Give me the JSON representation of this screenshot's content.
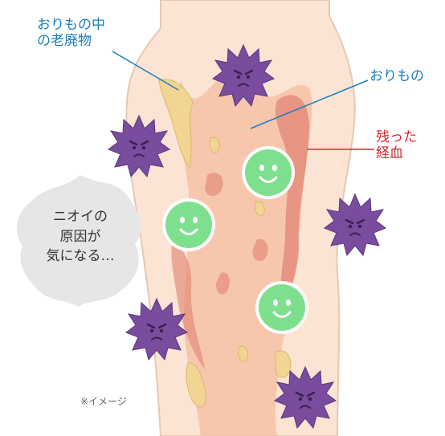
{
  "labels": {
    "debris": [
      "おりもの中",
      "の老廃物"
    ],
    "discharge": "おりもの",
    "residual_blood": [
      "残った",
      "経血"
    ],
    "note": "※イメージ"
  },
  "bubble": {
    "lines": [
      "ニオイの",
      "原因が",
      "気になる…"
    ]
  },
  "colors": {
    "label_blue": "#1a7fc0",
    "label_red": "#d9262e",
    "skin": "#fbe4d3",
    "discharge": "#f5c3a8",
    "blood": "#e38070",
    "debris": "#f2d592",
    "germ": "#7a4c9e",
    "good_bacteria": "#7ee08e",
    "bubble": "#e6e6e6"
  },
  "icons": {
    "bad_bacteria": "germ-icon",
    "good_bacteria": "smiley-bacteria-icon"
  }
}
